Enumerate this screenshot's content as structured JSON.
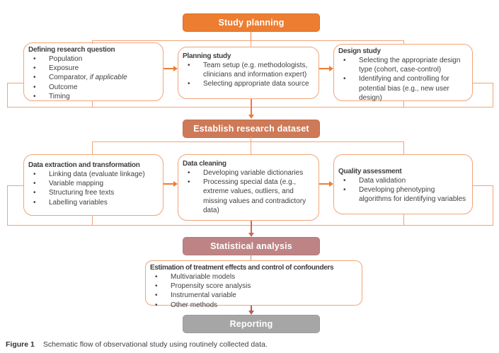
{
  "banners": {
    "study_planning": "Study planning",
    "establish_dataset": "Establish research dataset",
    "statistical_analysis": "Statistical analysis",
    "reporting": "Reporting"
  },
  "row1": [
    {
      "title": "Defining research question",
      "bullets": [
        "Population",
        "Exposure",
        {
          "text": "Comparator, ",
          "italic": "if applicable"
        },
        "Outcome",
        "Timing"
      ]
    },
    {
      "title": "Planning study",
      "bullets": [
        "Team setup (e.g.  methodologists, clinicians and information expert)",
        "Selecting appropriate data source"
      ]
    },
    {
      "title": "Design study",
      "bullets": [
        "Selecting the appropriate design type (cohort, case-control)",
        "Identifying and controlling for potential bias (e.g., new user design)"
      ]
    }
  ],
  "row2": [
    {
      "title": "Data  extraction and transformation",
      "bullets": [
        "Linking data (evaluate linkage)",
        "Variable mapping",
        "Structuring free texts",
        "Labelling variables"
      ]
    },
    {
      "title": "Data cleaning",
      "bullets": [
        "Developing variable dictionaries",
        "Processing special data (e.g., extreme values, outliers, and missing values and contradictory data)"
      ]
    },
    {
      "title": "Quality assessment",
      "bullets": [
        "Data validation",
        "Developing phenotyping algorithms for identifying variables"
      ]
    }
  ],
  "row3": {
    "title": "Estimation of treatment effects and control of confounders",
    "bullets": [
      "Multivariable models",
      "Propensity score analysis",
      "Instrumental variable",
      "Other methods"
    ]
  },
  "caption": {
    "label": "Figure 1",
    "text": "Schematic flow of observational study using routinely collected data."
  },
  "colors": {
    "banner_orange": "#ED7D31",
    "banner_terracotta": "#CE7A58",
    "banner_rose": "#BE8485",
    "banner_gray": "#A6A6A6",
    "box_border": "#F2A377",
    "connector_orange": "#ED7D31",
    "connector_light": "#F2A377",
    "arrow_red": "#C96B52",
    "line_rose": "#C9908F",
    "arrow_brick": "#B45B50",
    "text": "#3F3F3F"
  }
}
